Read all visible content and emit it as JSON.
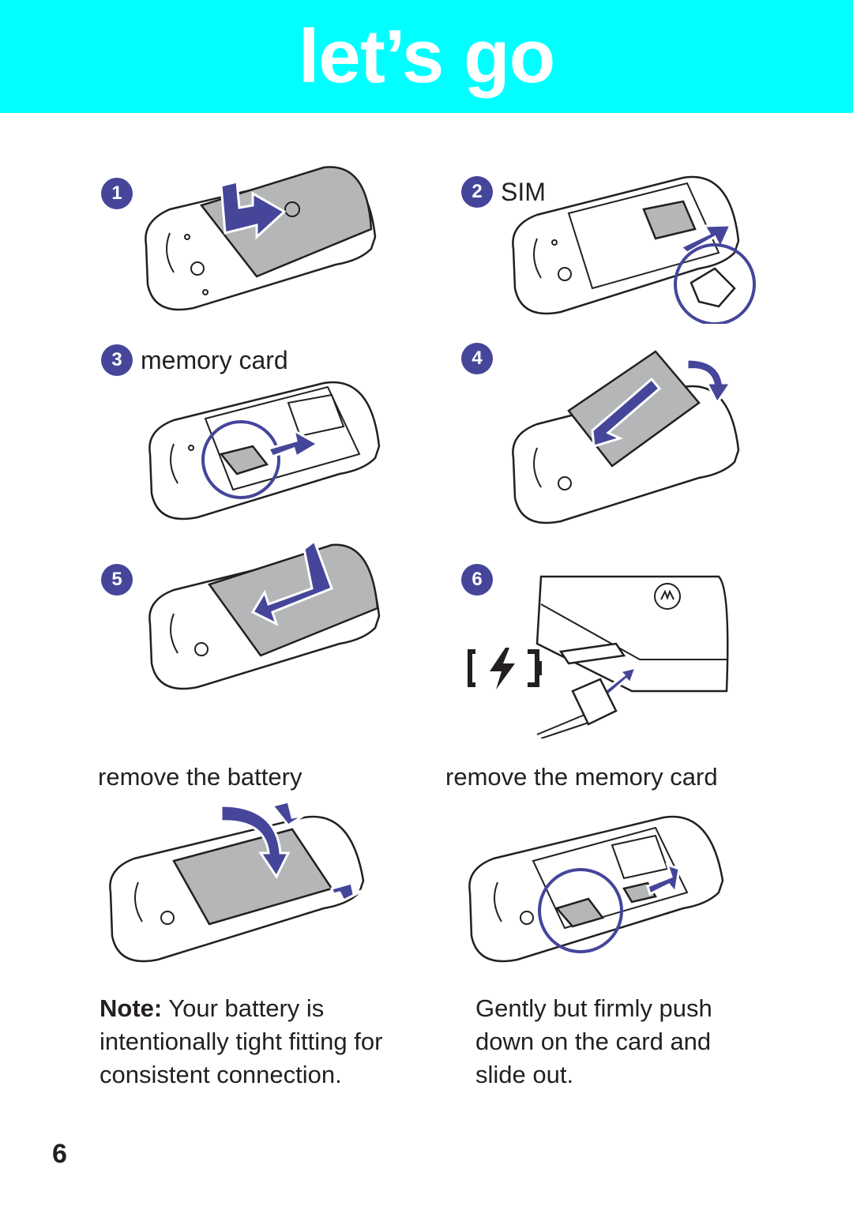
{
  "header": {
    "title": "let’s go"
  },
  "steps": [
    {
      "number": "1",
      "label": ""
    },
    {
      "number": "2",
      "label": "SIM"
    },
    {
      "number": "3",
      "label": "memory card"
    },
    {
      "number": "4",
      "label": ""
    },
    {
      "number": "5",
      "label": ""
    },
    {
      "number": "6",
      "label": ""
    }
  ],
  "sections": {
    "remove_battery": {
      "title": "remove the battery",
      "note_bold": "Note:",
      "note_text": " Your battery is intentionally tight fitting for consistent connection."
    },
    "remove_card": {
      "title": "remove the memory card",
      "text": "Gently but firmly push down on the card and slide out."
    }
  },
  "page_number": "6",
  "colors": {
    "banner": "#00ffff",
    "accent": "#45469a",
    "title_text": "#ffffff"
  },
  "icons": [
    "battery-charging-icon",
    "motorola-logo-icon"
  ]
}
